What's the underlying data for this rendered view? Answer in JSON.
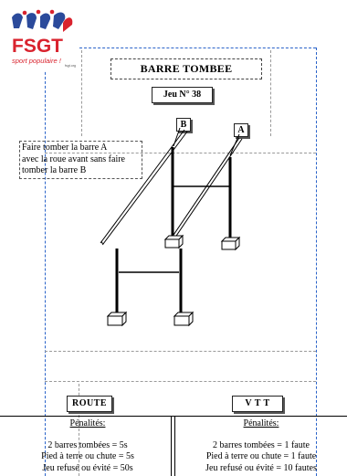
{
  "logo": {
    "text": "FSGT",
    "tagline": "sport populaire !",
    "small_text": "fsgt.org"
  },
  "title": "BARRE TOMBEE",
  "game_number": "Jeu N° 38",
  "instruction": [
    "Faire tomber la barre A",
    "avec la roue avant sans faire",
    "tomber la barre B"
  ],
  "bars": {
    "b_label": "B",
    "a_label": "A"
  },
  "categories": {
    "left": "ROUTE",
    "right": "V T T"
  },
  "penalties": {
    "left": {
      "title": "Pénalités:",
      "lines": [
        "2 barres tombées  = 5s",
        "Pied à terre ou chute = 5s",
        "Jeu refusé ou évité = 50s"
      ]
    },
    "right": {
      "title": "Pénalités:",
      "lines": [
        "2 barres tombées  = 1 faute",
        "Pied à terre ou chute = 1 faute",
        "Jeu refusé ou évité = 10 fautes"
      ]
    }
  },
  "colors": {
    "logo_red": "#d9232e",
    "logo_blue": "#2b4a9b",
    "guide_blue": "#2a63c9"
  }
}
